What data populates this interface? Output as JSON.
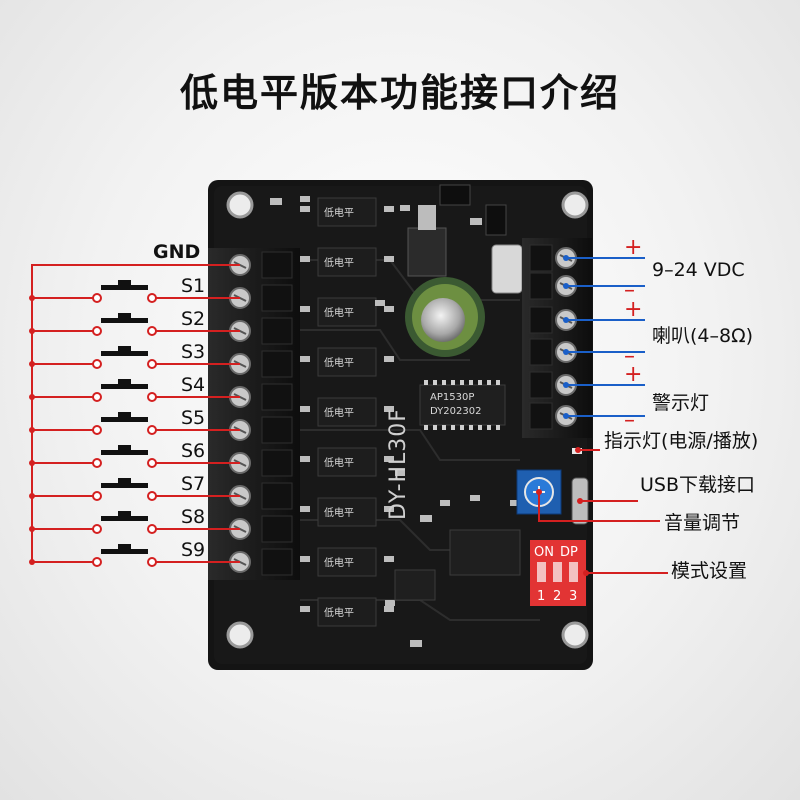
{
  "title": "低电平版本功能接口介绍",
  "left_terminals": {
    "gnd_label": "GND",
    "switches": [
      "S1",
      "S2",
      "S3",
      "S4",
      "S5",
      "S6",
      "S7",
      "S8",
      "S9"
    ]
  },
  "right_labels": {
    "power": "9–24 VDC",
    "speaker": "喇叭(4–8Ω)",
    "alarm_light": "警示灯",
    "indicator": "指示灯(电源/播放)",
    "usb": "USB下载接口",
    "volume": "音量调节",
    "mode": "模式设置"
  },
  "polarity": {
    "plus": "+",
    "minus": "–"
  },
  "board": {
    "model": "DY-HL30F",
    "chip_label": "低电平",
    "ic_main_line1": "AP1530P",
    "ic_main_line2": "DY202302",
    "dip_header": [
      "ON",
      "DP"
    ],
    "dip_numbers": [
      "1",
      "2",
      "3"
    ]
  },
  "colors": {
    "wire_red": "#d42020",
    "wire_blue": "#1a5fc8",
    "board": "#151515",
    "terminal": "#1e1e1e"
  }
}
